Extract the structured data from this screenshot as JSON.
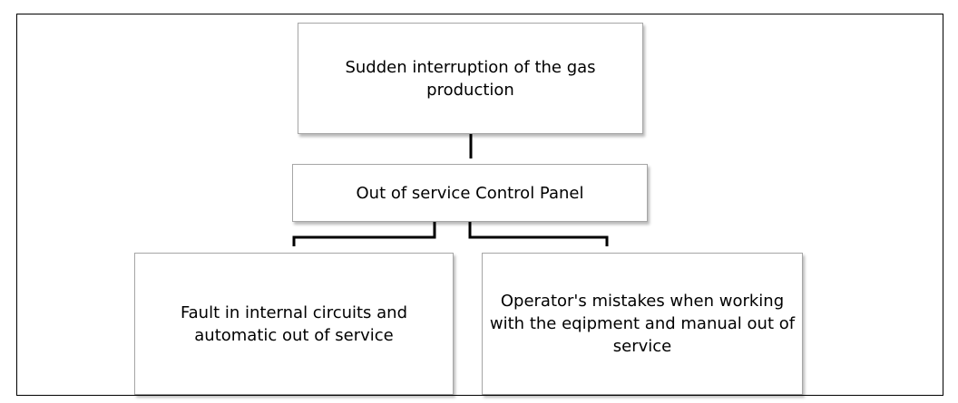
{
  "diagram": {
    "nodes": {
      "top": {
        "label": "Sudden interruption of the gas production"
      },
      "middle": {
        "label": "Out of service Control Panel"
      },
      "left": {
        "label": "Fault in internal circuits and automatic out of service"
      },
      "right": {
        "label": "Operator's mistakes when working with the eqipment and manual out of service"
      }
    },
    "edges": [
      {
        "from": "top",
        "to": "middle"
      },
      {
        "from": "middle",
        "to": "left"
      },
      {
        "from": "middle",
        "to": "right"
      }
    ],
    "colors": {
      "connector": "#000000",
      "box_border": "#a6a6a6",
      "frame_border": "#000000"
    }
  }
}
